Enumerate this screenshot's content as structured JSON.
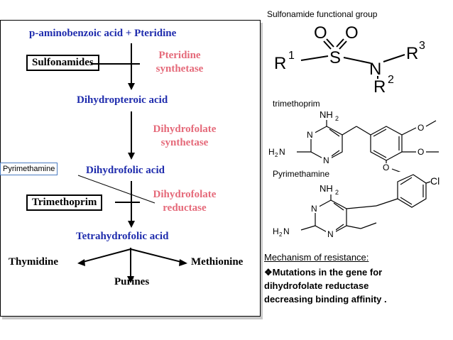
{
  "pathway": {
    "start": "p-aminobenzoic acid + Pteridine",
    "inhibitor1": "Sulfonamides",
    "enzyme1_line1": "Pteridine",
    "enzyme1_line2": "synthetase",
    "intermediate1": "Dihydropteroic acid",
    "enzyme2_line1": "Dihydrofolate",
    "enzyme2_line2": "synthetase",
    "intermediate2": "Dihydrofolic acid",
    "inhibitor2": "Trimethoprim",
    "enzyme3_line1": "Dihydrofolate",
    "enzyme3_line2": "reductase",
    "product": "Tetrahydrofolic acid",
    "out_left": "Thymidine",
    "out_right": "Methionine",
    "out_bottom": "Purines"
  },
  "callout": "Pyrimethamine",
  "right": {
    "sulfonamide_title": "Sulfonamide functional group",
    "trimethoprim_title": "trimethoprim",
    "pyrimethamine_title": "Pyrimethamine",
    "resistance_title": "Mechanism of resistance:",
    "resistance_bullet": "❖",
    "resistance_line1": "Mutations in the gene for",
    "resistance_line2": "dihydrofolate reductase",
    "resistance_line3": "decreasing binding affinity ."
  },
  "molecules": {
    "sulfonamide": {
      "o1": "O",
      "o2": "O",
      "s": "S",
      "n": "N",
      "r1": "R",
      "r1_sup": "1",
      "r2": "R",
      "r2_sup": "2",
      "r3": "R",
      "r3_sup": "3"
    },
    "trimethoprim": {
      "nh2": "NH",
      "nh2_sub": "2",
      "n1": "N",
      "n2": "N",
      "h2n": "H",
      "h2n_sub": "2",
      "h2n_n": "N",
      "o1": "O",
      "o2": "O",
      "o3": "O"
    },
    "pyrimethamine": {
      "cl": "Cl",
      "nh2": "NH",
      "nh2_sub": "2",
      "n1": "N",
      "n2": "N",
      "h2n": "H",
      "h2n_sub": "2",
      "h2n_n": "N"
    }
  },
  "colors": {
    "blue": "#1f2cad",
    "red": "#e56a7a",
    "callout_border": "#4a7bc0"
  }
}
